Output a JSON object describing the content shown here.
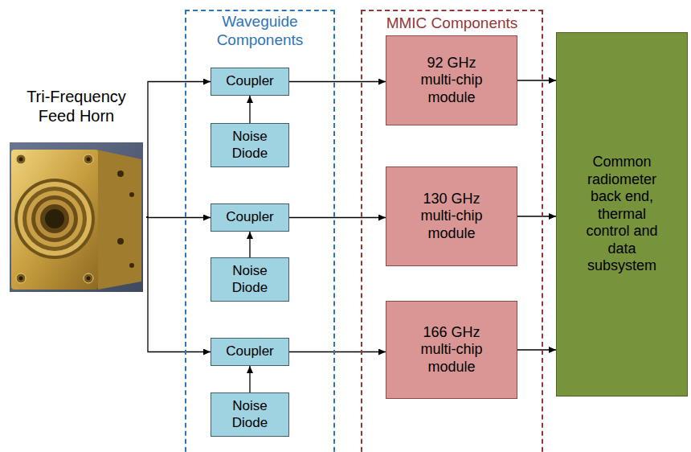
{
  "diagram": {
    "nodes": [
      {
        "text": [
          "Tri-Frequency Feed Horn"
        ]
      },
      {
        "text": [
          "Waveguide Components"
        ]
      },
      {
        "text": [
          "Coupler"
        ],
        "in": 1
      },
      {
        "text": [
          "Noise Diode"
        ],
        "in": 1
      },
      {
        "text": [
          "Coupler"
        ],
        "in": 1
      },
      {
        "text": [
          "Noise Diode"
        ],
        "in": 1
      },
      {
        "text": [
          "Coupler"
        ],
        "in": 1
      },
      {
        "text": [
          "Noise Diode"
        ],
        "in": 1
      },
      {
        "text": [
          "MMIC Components"
        ]
      },
      {
        "text": [
          "92 GHz multi-chip module"
        ],
        "in": 8
      },
      {
        "text": [
          "130 GHz multi-chip module"
        ],
        "in": 8
      },
      {
        "text": [
          "166 GHz multi-chip module"
        ],
        "in": 8
      },
      {
        "text": [
          "Common radiometer back end, thermal control and data subsystem"
        ]
      }
    ],
    "edges": [
      {
        "from": 0,
        "to": 2,
        "arrow": "to"
      },
      {
        "from": 0,
        "to": 4,
        "arrow": "to"
      },
      {
        "from": 0,
        "to": 6,
        "arrow": "to"
      },
      {
        "from": 3,
        "to": 2,
        "arrow": "to"
      },
      {
        "from": 5,
        "to": 4,
        "arrow": "to"
      },
      {
        "from": 7,
        "to": 6,
        "arrow": "to"
      },
      {
        "from": 2,
        "to": 9,
        "arrow": "to"
      },
      {
        "from": 4,
        "to": 10,
        "arrow": "to"
      },
      {
        "from": 6,
        "to": 11,
        "arrow": "to"
      },
      {
        "from": 9,
        "to": 12,
        "arrow": "to"
      },
      {
        "from": 10,
        "to": 12,
        "arrow": "to"
      },
      {
        "from": 11,
        "to": 12,
        "arrow": "to"
      }
    ]
  }
}
